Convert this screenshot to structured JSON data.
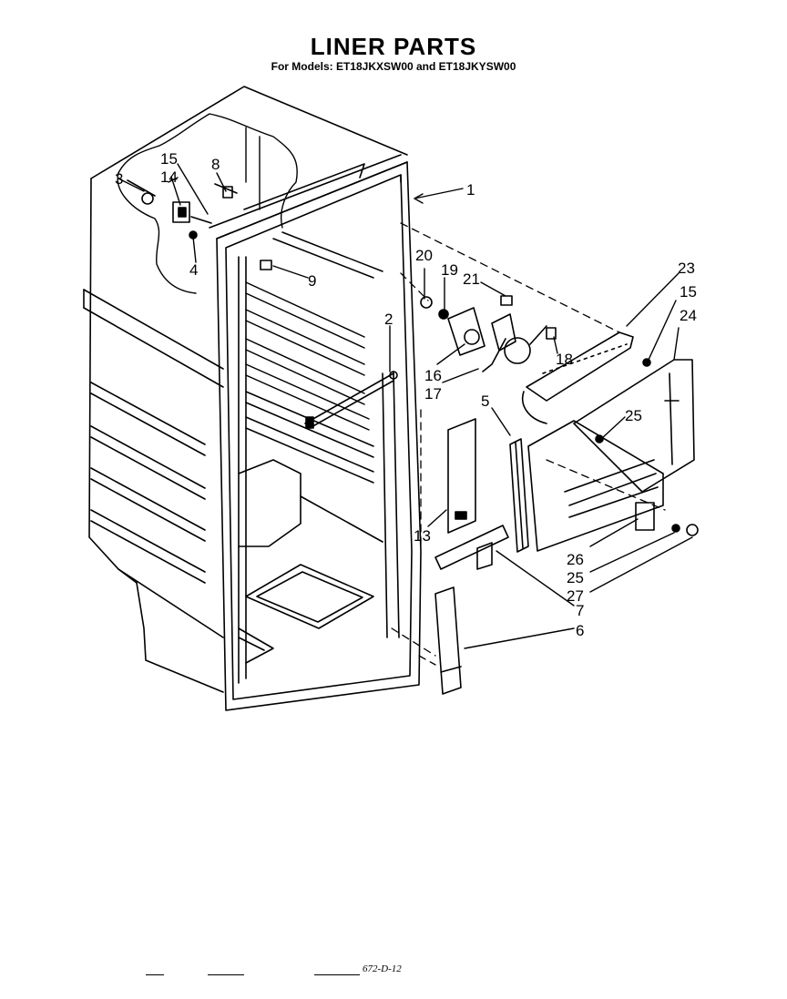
{
  "header": {
    "title": "LINER PARTS",
    "subtitle": "For Models: ET18JKXSW00 and ET18JKYSW00"
  },
  "callouts": {
    "p1": "1",
    "p2": "2",
    "p3": "3",
    "p4": "4",
    "p5": "5",
    "p6": "6",
    "p7": "7",
    "p8": "8",
    "p9": "9",
    "p13": "13",
    "p14": "14",
    "p15a": "15",
    "p15b": "15",
    "p16": "16",
    "p17": "17",
    "p18": "18",
    "p19": "19",
    "p20": "20",
    "p21": "21",
    "p23": "23",
    "p24": "24",
    "p25a": "25",
    "p25b": "25",
    "p26": "26",
    "p27": "27"
  },
  "footer": {
    "code": "672-D-12"
  }
}
